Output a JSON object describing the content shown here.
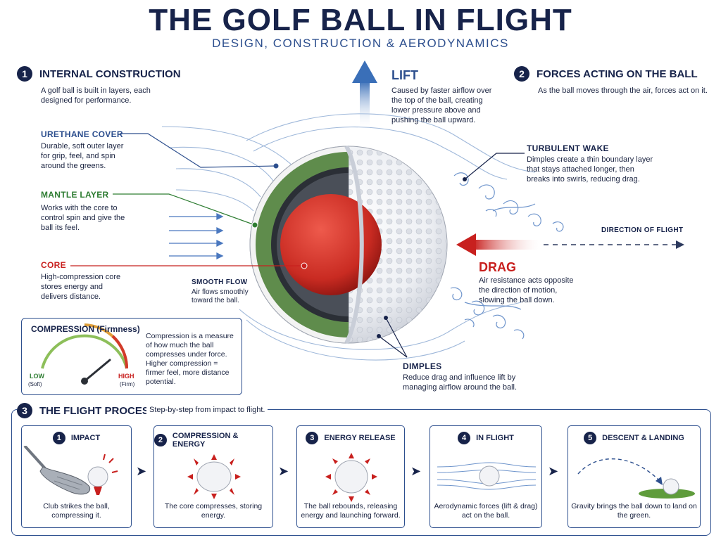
{
  "title": "THE GOLF BALL IN FLIGHT",
  "subtitle": "DESIGN, CONSTRUCTION & AERODYNAMICS",
  "colors": {
    "navy": "#17234a",
    "blue": "#2d4f8e",
    "red": "#c8201e",
    "green": "#2e7d32",
    "mantle": "#6a9a55"
  },
  "section1": {
    "num": "1",
    "heading": "INTERNAL CONSTRUCTION",
    "intro": "A golf ball is built in layers, each designed for performance.",
    "cover": {
      "label": "URETHANE COVER",
      "desc": "Durable, soft outer layer for grip, feel, and spin around the greens."
    },
    "mantle": {
      "label": "MANTLE LAYER",
      "desc": "Works with the core to control spin and give the ball its feel."
    },
    "core": {
      "label": "CORE",
      "desc": "High-compression core stores energy and delivers distance."
    }
  },
  "compression": {
    "heading": "COMPRESSION (Firmness)",
    "low": "LOW",
    "low_sub": "(Soft)",
    "high": "HIGH",
    "high_sub": "(Firm)",
    "desc": "Compression is a measure of how much the ball compresses under force. Higher compression = firmer feel, more distance potential."
  },
  "smooth_flow": {
    "label": "SMOOTH FLOW",
    "desc": "Air flows smoothly toward the ball."
  },
  "lift": {
    "label": "LIFT",
    "desc": "Caused by faster airflow over the top of the ball, creating lower pressure above and pushing the ball upward."
  },
  "section2": {
    "num": "2",
    "heading": "FORCES ACTING ON THE BALL",
    "intro": "As the ball moves through the air, forces act on it."
  },
  "turbulent": {
    "label": "TURBULENT WAKE",
    "desc": "Dimples create a thin boundary layer that stays attached longer, then breaks into swirls, reducing drag."
  },
  "direction": "DIRECTION OF FLIGHT",
  "drag": {
    "label": "DRAG",
    "desc": "Air resistance acts opposite the direction of motion, slowing the ball down."
  },
  "dimples": {
    "label": "DIMPLES",
    "desc": "Reduce drag and influence lift by managing airflow around the ball."
  },
  "section3": {
    "num": "3",
    "heading": "THE FLIGHT PROCESS",
    "intro": "Step-by-step from impact to flight.",
    "steps": [
      {
        "num": "1",
        "title": "IMPACT",
        "caption": "Club strikes the ball, compressing it."
      },
      {
        "num": "2",
        "title": "COMPRESSION & ENERGY",
        "caption": "The core compresses, storing energy."
      },
      {
        "num": "3",
        "title": "ENERGY RELEASE",
        "caption": "The ball rebounds, releasing energy and launching forward."
      },
      {
        "num": "4",
        "title": "IN FLIGHT",
        "caption": "Aerodynamic forces (lift & drag) act on the ball."
      },
      {
        "num": "5",
        "title": "DESCENT & LANDING",
        "caption": "Gravity brings the ball down to land on the green."
      }
    ]
  }
}
